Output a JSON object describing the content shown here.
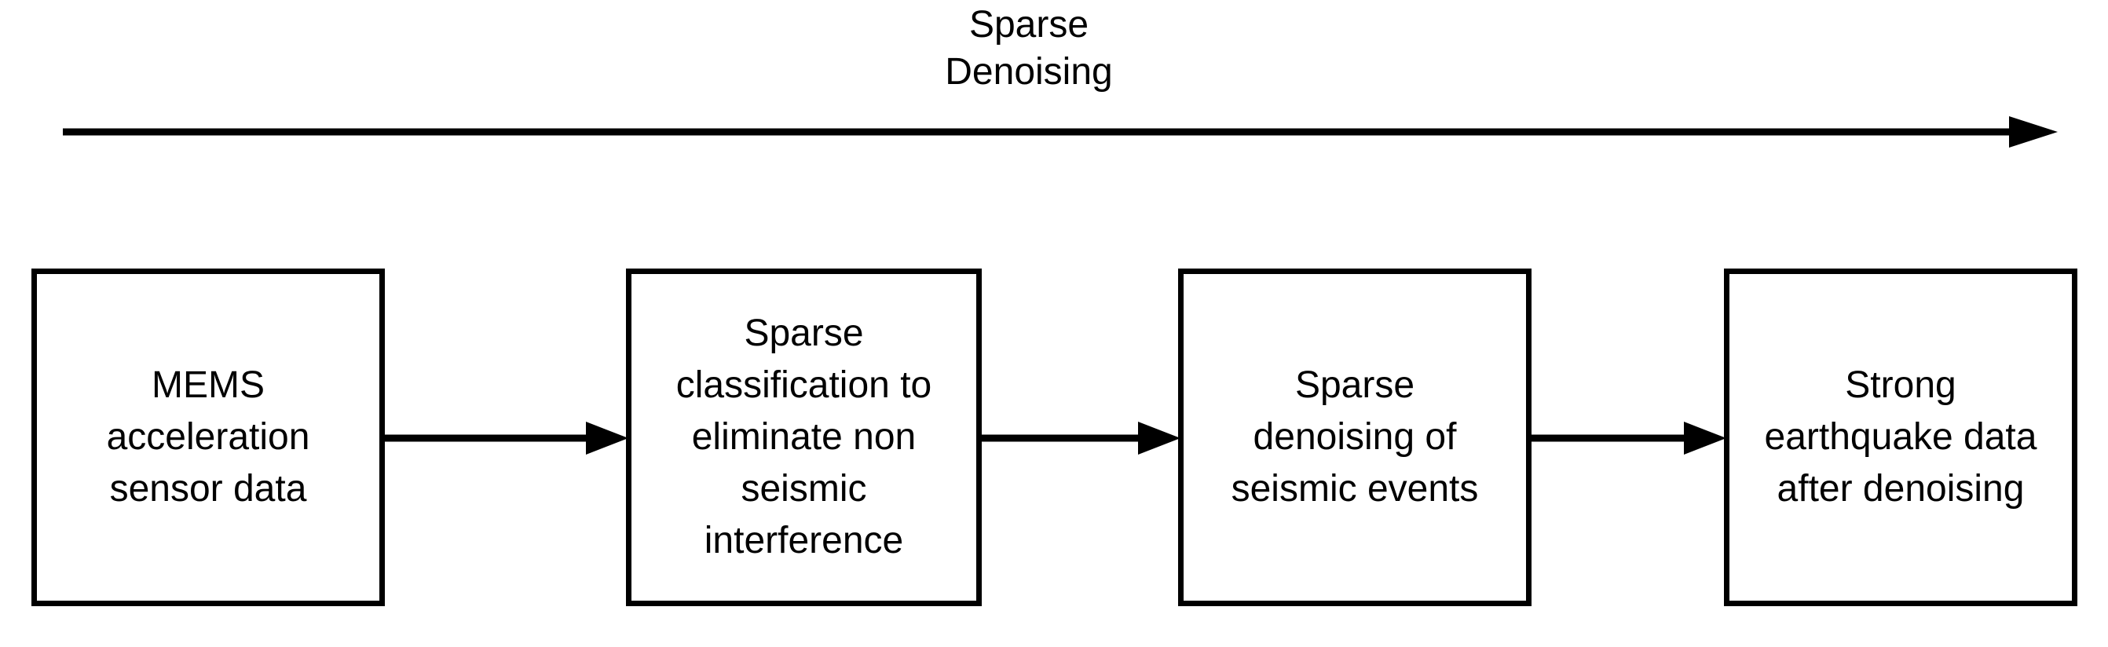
{
  "diagram": {
    "title": "Sparse\nDenoising",
    "background_color": "#ffffff",
    "stroke_color": "#000000",
    "top_arrow": {
      "name": "sparse-denoising-progression-arrow",
      "direction": "left-to-right"
    },
    "steps": [
      {
        "id": "box-1",
        "label": "MEMS\nacceleration\nsensor data",
        "lines": [
          "MEMS",
          "acceleration",
          "sensor data"
        ]
      },
      {
        "id": "box-2",
        "label": "Sparse\nclassification to\neliminate non\nseismic\ninterference",
        "lines": [
          "Sparse",
          "classification to",
          "eliminate non",
          "seismic",
          "interference"
        ]
      },
      {
        "id": "box-3",
        "label": "Sparse\ndenoising of\nseismic events",
        "lines": [
          "Sparse",
          "denoising of",
          "seismic events"
        ]
      },
      {
        "id": "box-4",
        "label": "Strong\nearthquake data\nafter denoising",
        "lines": [
          "Strong",
          "earthquake data",
          "after denoising"
        ]
      }
    ],
    "connectors": [
      {
        "id": "conn-1",
        "from": "box-1",
        "to": "box-2"
      },
      {
        "id": "conn-2",
        "from": "box-2",
        "to": "box-3"
      },
      {
        "id": "conn-3",
        "from": "box-3",
        "to": "box-4"
      }
    ]
  }
}
